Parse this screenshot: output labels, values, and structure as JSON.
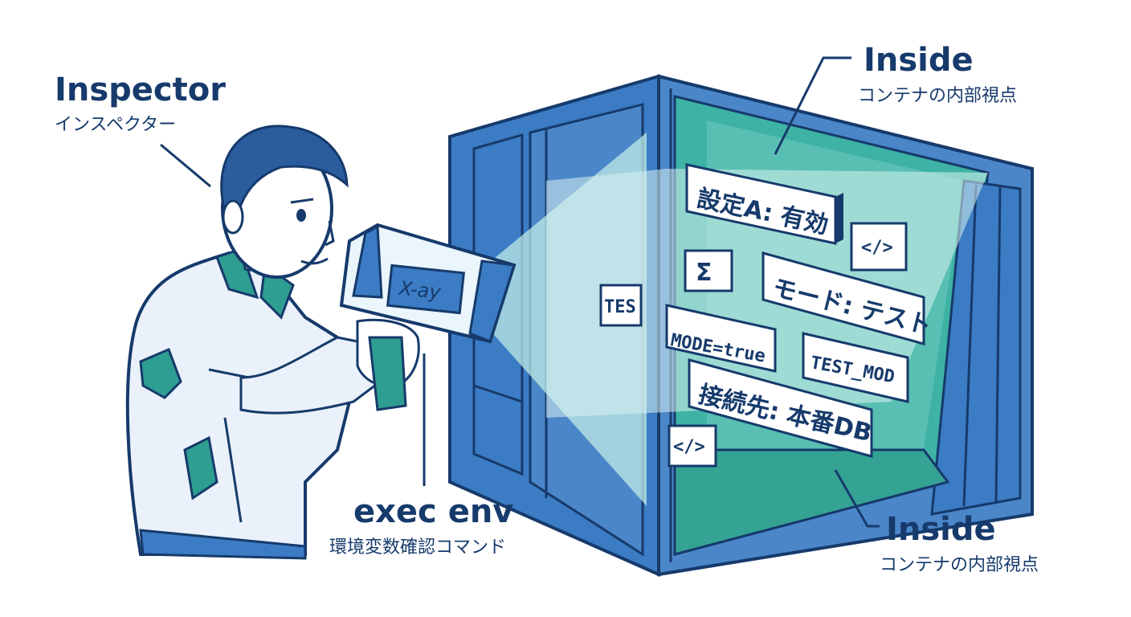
{
  "labels": {
    "inspector": {
      "title": "Inspector",
      "subtitle": "インスペクター"
    },
    "exec": {
      "title": "exec env",
      "subtitle": "環境変数確認コマンド"
    },
    "inside_top": {
      "title": "Inside",
      "subtitle": "コンテナの内部視点"
    },
    "inside_bottom": {
      "title": "Inside",
      "subtitle": "コンテナの内部視点"
    }
  },
  "scanner": {
    "screen_text": "X-ay"
  },
  "chips": {
    "setting_a": "設定A: 有効",
    "mode": "モード: テスト",
    "connection": "接続先: 本番DB",
    "test_mode_true": "MODE=true",
    "test_mode_right": "TEST_MOD",
    "test_left": "TES",
    "code_icon_1": "</>",
    "code_icon_2": "</>",
    "sigma_icon": "Σ"
  },
  "colors": {
    "navy": "#163a6b",
    "container_blue": "#3b7cc4",
    "teal": "#3eb2a4",
    "light_teal": "#bfe9e6",
    "white": "#ffffff"
  }
}
